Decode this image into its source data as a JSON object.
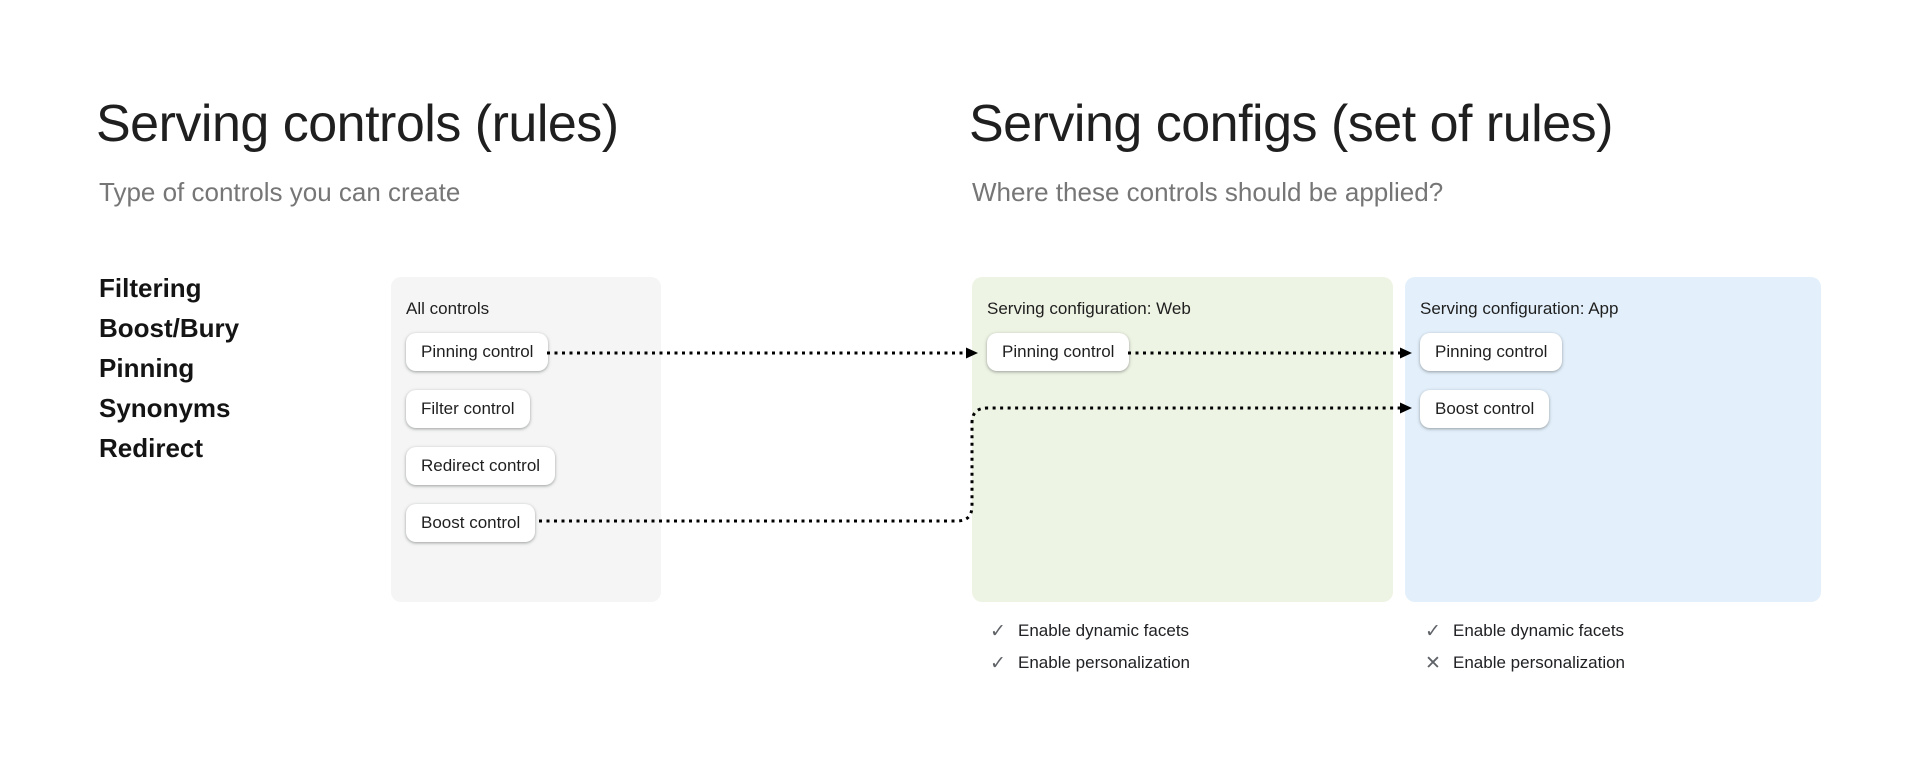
{
  "left_section": {
    "title": "Serving controls (rules)",
    "subtitle": "Type of controls you can create",
    "control_types": [
      "Filtering",
      "Boost/Bury",
      "Pinning",
      "Synonyms",
      "Redirect"
    ]
  },
  "right_section": {
    "title": "Serving configs (set of rules)",
    "subtitle": "Where these controls should be applied?"
  },
  "panels": {
    "all_controls": {
      "label": "All controls",
      "background": "#f5f5f5",
      "controls": [
        "Pinning control",
        "Filter control",
        "Redirect control",
        "Boost control"
      ]
    },
    "web": {
      "label": "Serving configuration: Web",
      "background": "#eef4e4",
      "controls": [
        "Pinning control"
      ],
      "settings": [
        {
          "icon": "check-icon",
          "glyph": "✓",
          "label": "Enable dynamic facets"
        },
        {
          "icon": "check-icon",
          "glyph": "✓",
          "label": "Enable personalization"
        }
      ]
    },
    "app": {
      "label": "Serving configuration: App",
      "background": "#e3f0fb",
      "controls": [
        "Pinning control",
        "Boost control"
      ],
      "settings": [
        {
          "icon": "check-icon",
          "glyph": "✓",
          "label": "Enable dynamic facets"
        },
        {
          "icon": "x-icon",
          "glyph": "✕",
          "label": "Enable personalization"
        }
      ]
    }
  },
  "connections": [
    {
      "from": "all-controls.pinning-control",
      "to": "web.pinning-control",
      "style": "dotted-arrow"
    },
    {
      "from": "web.pinning-control",
      "to": "app.pinning-control",
      "style": "dotted-arrow"
    },
    {
      "from": "all-controls.boost-control",
      "to": "app.boost-control",
      "style": "dotted-arrow"
    }
  ],
  "colors": {
    "heading": "#1f1f1f",
    "subtitle": "#767676",
    "arrow": "#000000",
    "setting_icon": "#5f6368"
  }
}
